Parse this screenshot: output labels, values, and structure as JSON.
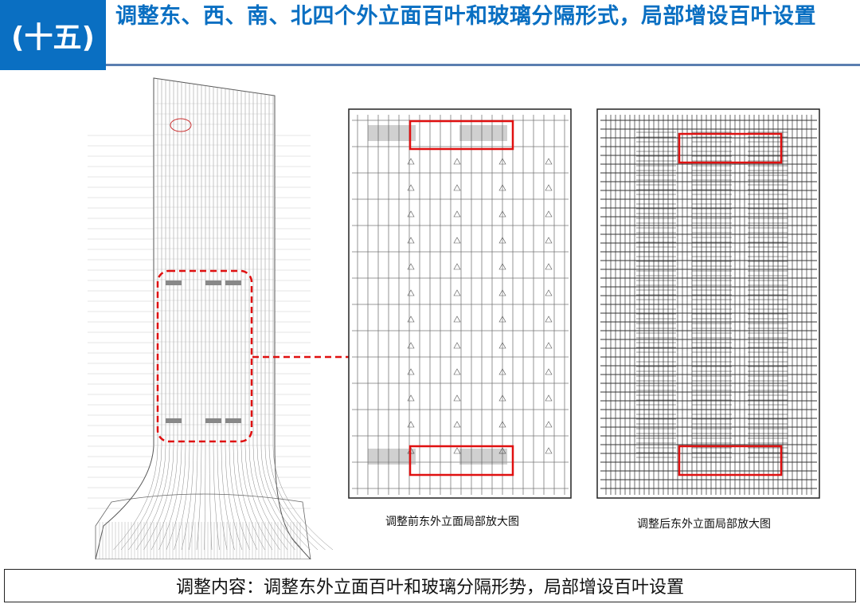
{
  "header": {
    "badge": "(十五)",
    "title": "调整东、西、南、北四个外立面百叶和玻璃分隔形式，局部增设百叶设置"
  },
  "panels": {
    "before_caption": "调整前东外立面局部放大图",
    "after_caption": "调整后东外立面局部放大图"
  },
  "summary": "调整内容：调整东外立面百叶和玻璃分隔形势，局部增设百叶设置",
  "colors": {
    "brand": "#0a6fc2",
    "highlight": "#e01010"
  }
}
